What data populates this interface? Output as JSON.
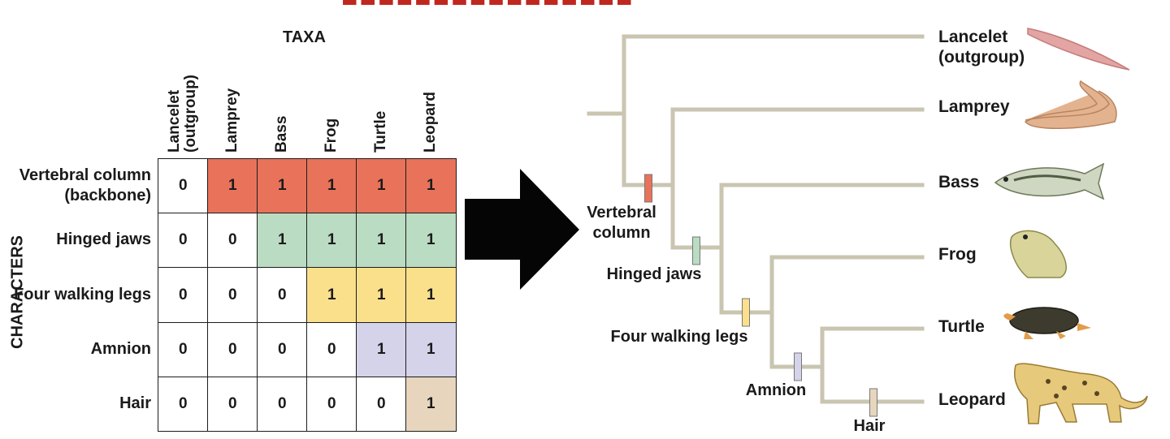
{
  "matrix": {
    "taxa_title": "TAXA",
    "characters_title": "CHARACTERS",
    "taxa": [
      "Lancelet\n(outgroup)",
      "Lamprey",
      "Bass",
      "Frog",
      "Turtle",
      "Leopard"
    ],
    "characters": [
      {
        "label": "Vertebral column (backbone)",
        "values": [
          "0",
          "1",
          "1",
          "1",
          "1",
          "1"
        ],
        "color": "#e8735a"
      },
      {
        "label": "Hinged jaws",
        "values": [
          "0",
          "0",
          "1",
          "1",
          "1",
          "1"
        ],
        "color": "#b9dcc2"
      },
      {
        "label": "Four walking legs",
        "values": [
          "0",
          "0",
          "0",
          "1",
          "1",
          "1"
        ],
        "color": "#fbe08c"
      },
      {
        "label": "Amnion",
        "values": [
          "0",
          "0",
          "0",
          "0",
          "1",
          "1"
        ],
        "color": "#d5d3ea"
      },
      {
        "label": "Hair",
        "values": [
          "0",
          "0",
          "0",
          "0",
          "0",
          "1"
        ],
        "color": "#e7d6bd"
      }
    ]
  },
  "tree": {
    "tips": [
      "Lancelet\n(outgroup)",
      "Lamprey",
      "Bass",
      "Frog",
      "Turtle",
      "Leopard"
    ],
    "traits": [
      {
        "label": "Vertebral\ncolumn",
        "color": "#e8735a"
      },
      {
        "label": "Hinged jaws",
        "color": "#b9dcc2"
      },
      {
        "label": "Four walking legs",
        "color": "#fbe08c"
      },
      {
        "label": "Amnion",
        "color": "#d5d3ea"
      },
      {
        "label": "Hair",
        "color": "#e7d6bd"
      }
    ],
    "branch_color": "#c9c5b1"
  }
}
